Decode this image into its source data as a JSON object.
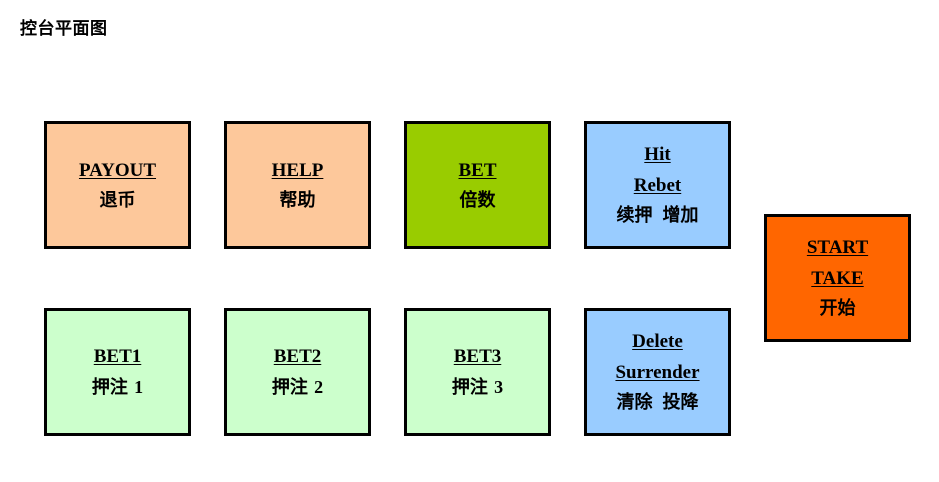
{
  "title": "控台平面图",
  "colors": {
    "orange_light": "#FDC89B",
    "green_dark": "#99CC00",
    "blue_light": "#99CCFF",
    "orange_bright": "#FF6600",
    "green_light": "#CCFFCC",
    "border": "#000000"
  },
  "buttons": {
    "payout": {
      "key": "PAYOUT",
      "cn": "退币"
    },
    "help": {
      "key": "HELP",
      "cn": "帮助"
    },
    "bet": {
      "key": "BET",
      "cn": "倍数"
    },
    "hit_rebet": {
      "key1": "Hit",
      "key2": "Rebet",
      "cn1": "续押",
      "cn2": "增加"
    },
    "start_take": {
      "key1": "START",
      "key2": "TAKE",
      "cn": "开始"
    },
    "bet1": {
      "key": "BET1",
      "cn": "押注",
      "num": "1"
    },
    "bet2": {
      "key": "BET2",
      "cn": "押注",
      "num": "2"
    },
    "bet3": {
      "key": "BET3",
      "cn": "押注",
      "num": "3"
    },
    "delete_surrender": {
      "key1": "Delete",
      "key2": "Surrender",
      "cn1": "清除",
      "cn2": "投降"
    }
  }
}
